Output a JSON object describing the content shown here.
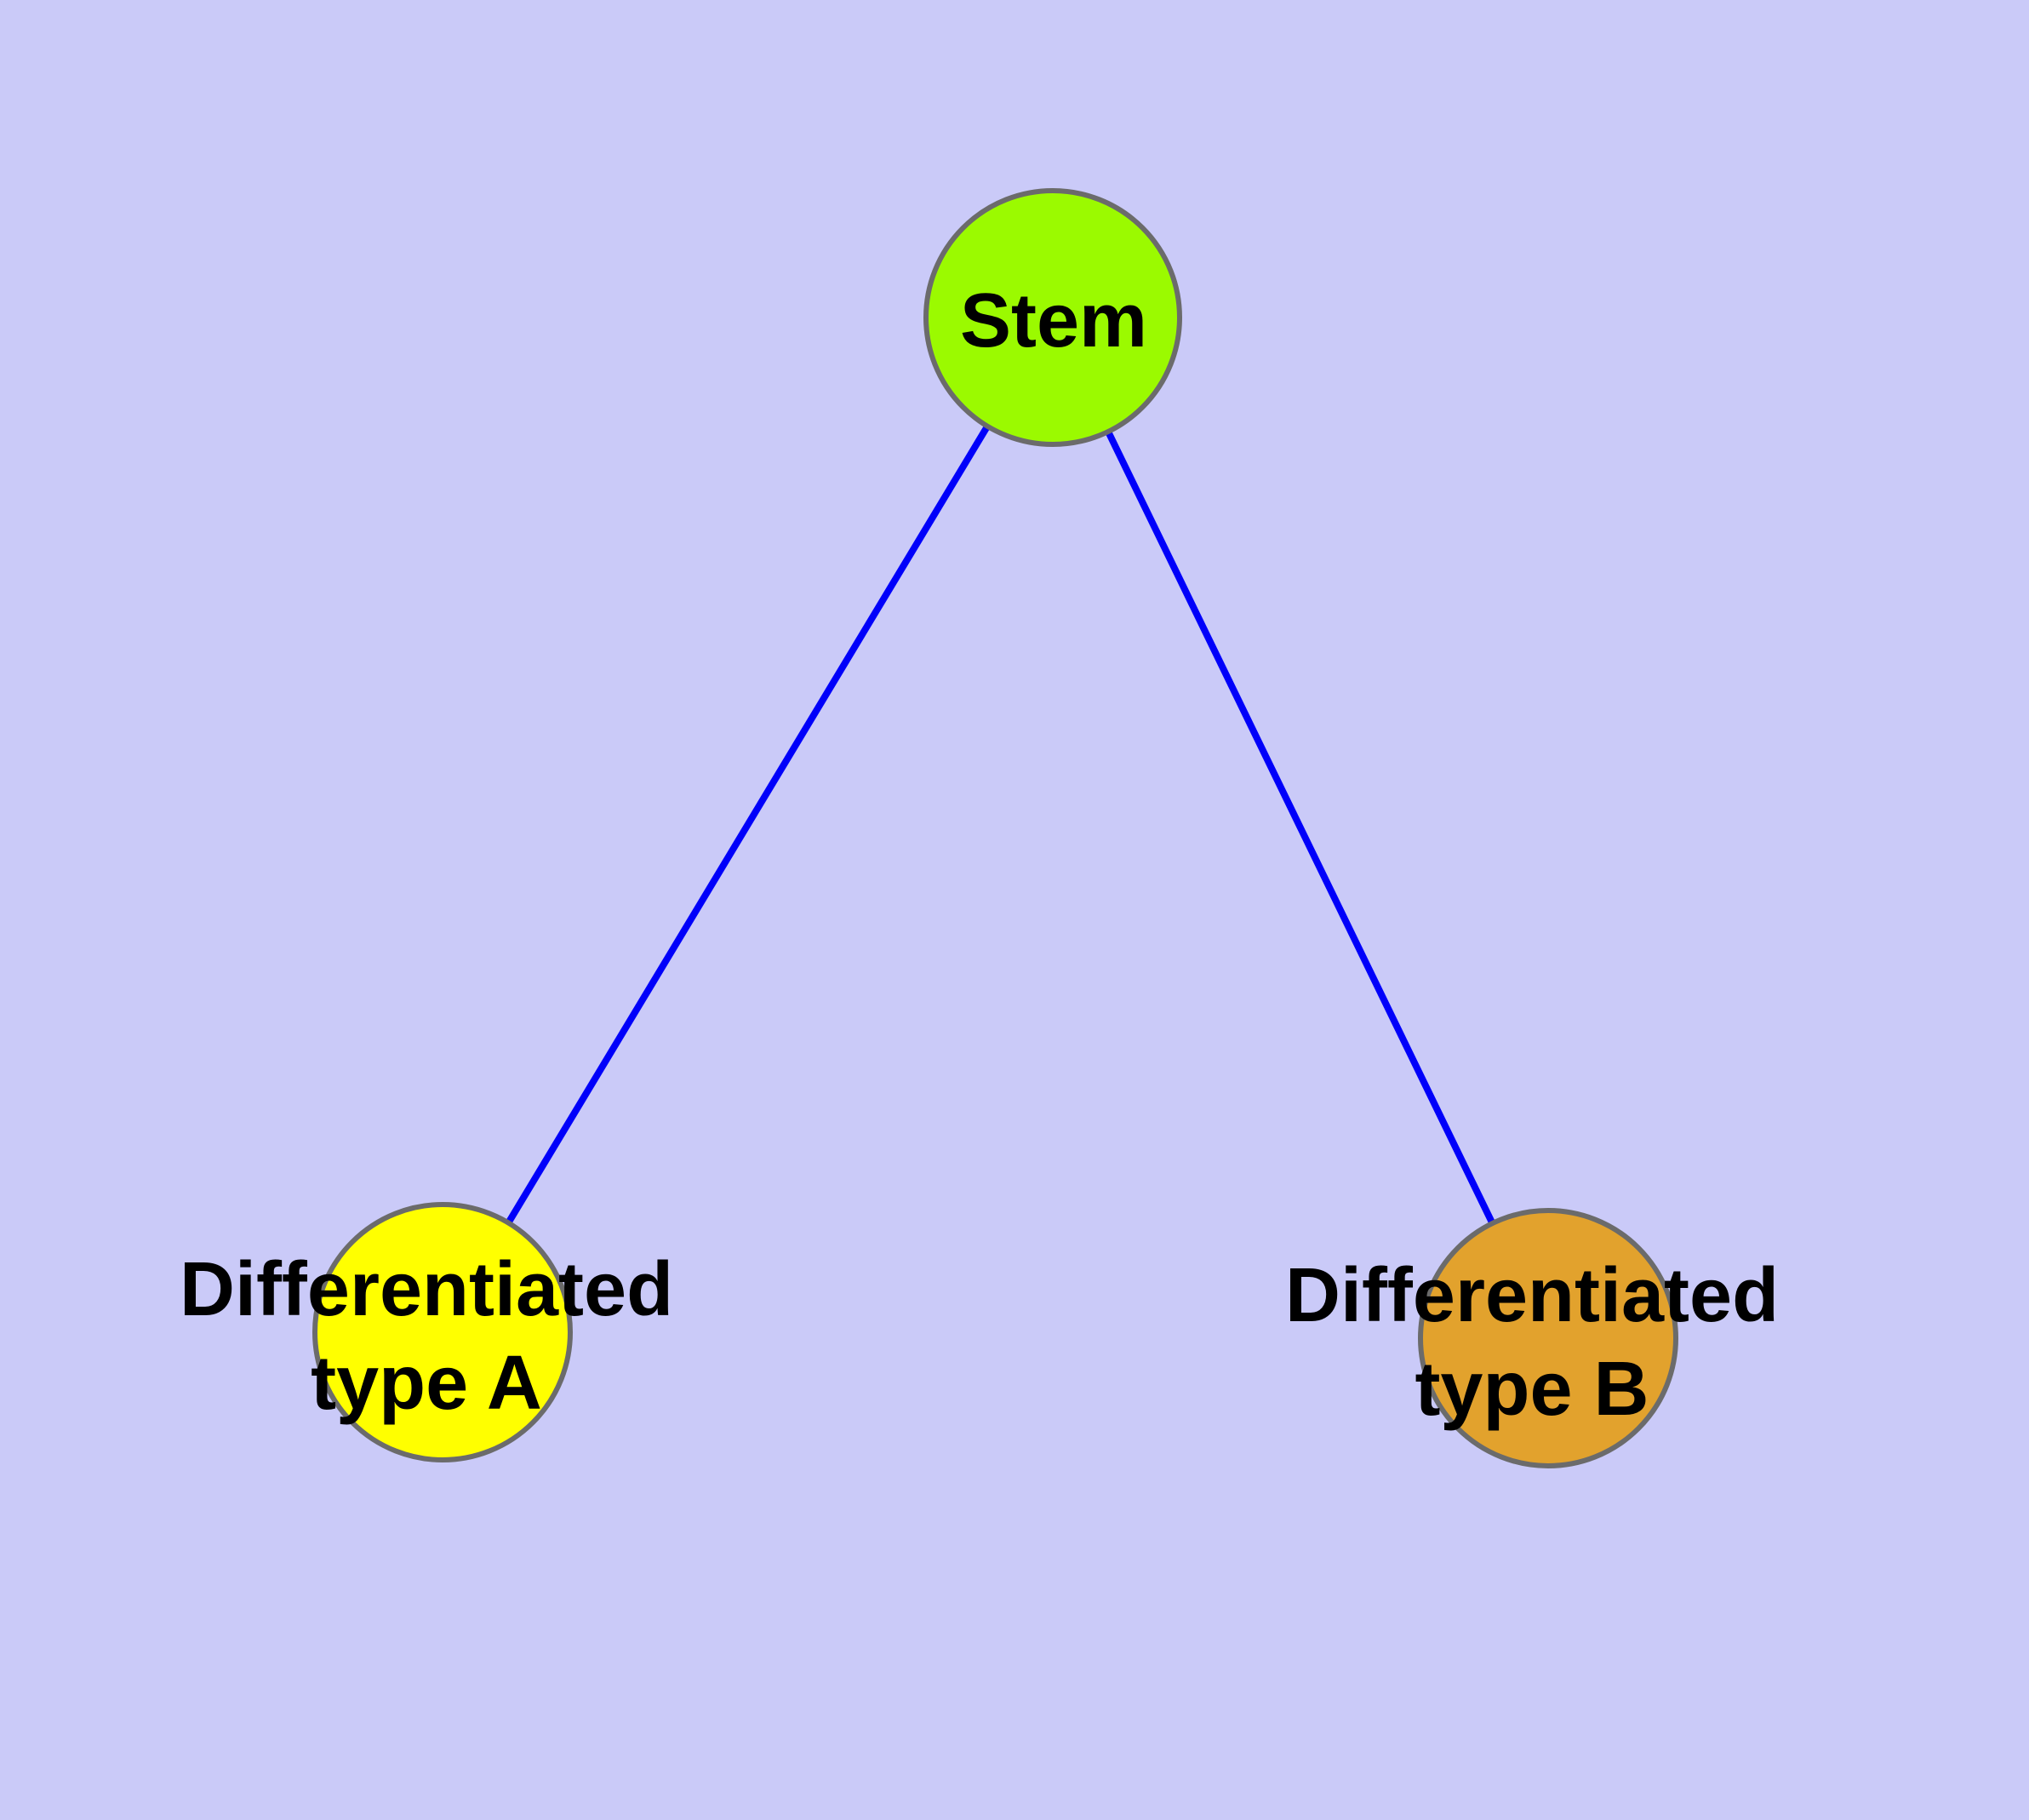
{
  "diagram": {
    "background_color": "#CACAF8",
    "edge_color": "#0000FA",
    "node_border_color": "#6B6B6B",
    "label_color": "#000000",
    "nodes": {
      "stem": {
        "label": "Stem",
        "fill": "#9BFA00"
      },
      "type_a": {
        "label_line1": "Differentiated",
        "label_line2": "type A",
        "fill": "#FFFF00"
      },
      "type_b": {
        "label_line1": "Differentiated",
        "label_line2": "type B",
        "fill": "#E2A22D"
      }
    },
    "edges": [
      {
        "from": "Stem",
        "to": "Differentiated type A"
      },
      {
        "from": "Stem",
        "to": "Differentiated type B"
      }
    ]
  }
}
